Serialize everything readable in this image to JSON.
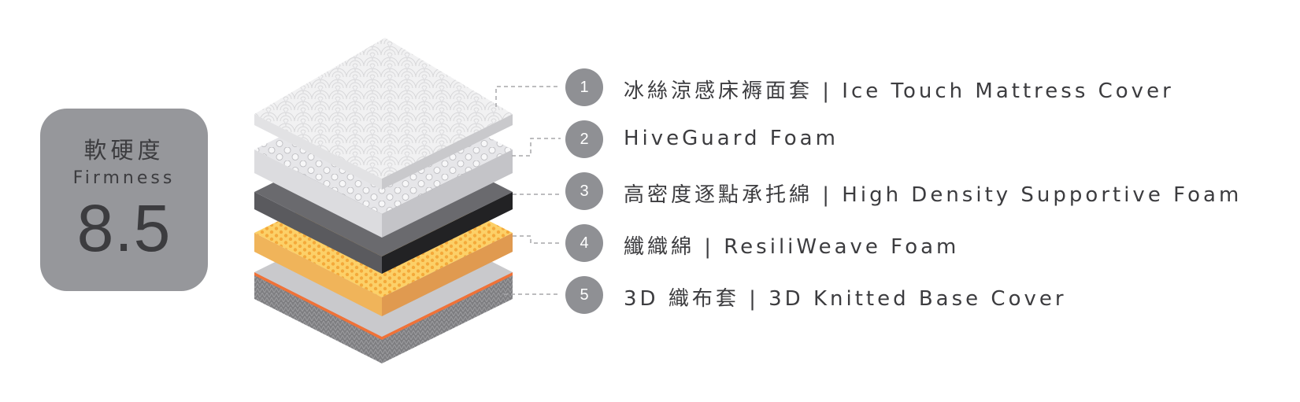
{
  "firmness": {
    "label_zh": "軟硬度",
    "label_en": "Firmness",
    "value": "8.5"
  },
  "layers": [
    {
      "number": "1",
      "label": "冰絲涼感床褥面套 | Ice Touch Mattress Cover"
    },
    {
      "number": "2",
      "label": "HiveGuard Foam"
    },
    {
      "number": "3",
      "label": "高密度逐點承托綿 | High Density Supportive Foam"
    },
    {
      "number": "4",
      "label": "纖織綿 | ResiliWeave Foam"
    },
    {
      "number": "5",
      "label": "3D 織布套 | 3D Knitted Base Cover"
    }
  ],
  "colors": {
    "badge": "#8f9094",
    "text": "#3c3c3f",
    "cover_top": "#f1f1f2",
    "honeycomb_top": "#e4e4e7",
    "density_top": "#6a6a6e",
    "weave_top": "#fcd068",
    "weave_side": "#e09a50",
    "base_top": "#c9c9cc",
    "base_side": "#808083",
    "base_accent": "#f07238"
  }
}
